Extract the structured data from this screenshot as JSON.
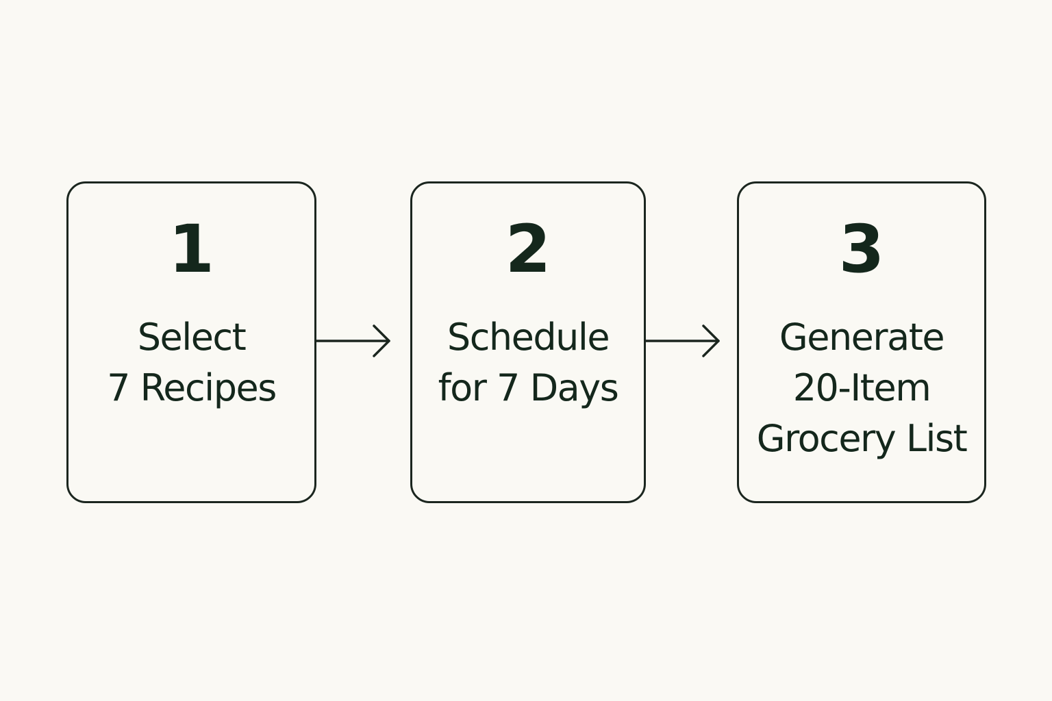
{
  "steps": [
    {
      "number": "1",
      "lines": [
        "Select",
        "7 Recipes"
      ]
    },
    {
      "number": "2",
      "lines": [
        "Schedule",
        "for 7 Days"
      ]
    },
    {
      "number": "3",
      "lines": [
        "Generate",
        "20-Item",
        "Grocery List"
      ]
    }
  ],
  "colors": {
    "background": "#faf9f4",
    "border": "#1b261f",
    "text": "#14271c"
  }
}
